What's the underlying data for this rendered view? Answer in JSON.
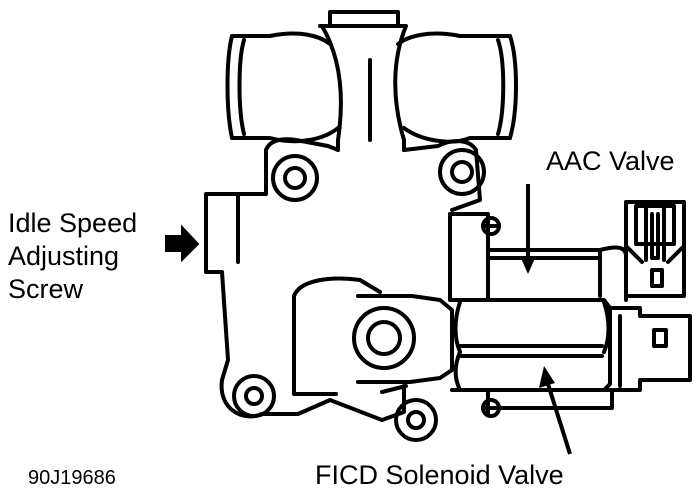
{
  "labels": {
    "idle_line1": "Idle Speed",
    "idle_line2": "Adjusting",
    "idle_line3": "Screw",
    "aac": "AAC Valve",
    "ficd": "FICD Solenoid Valve",
    "figure_id": "90J19686"
  }
}
